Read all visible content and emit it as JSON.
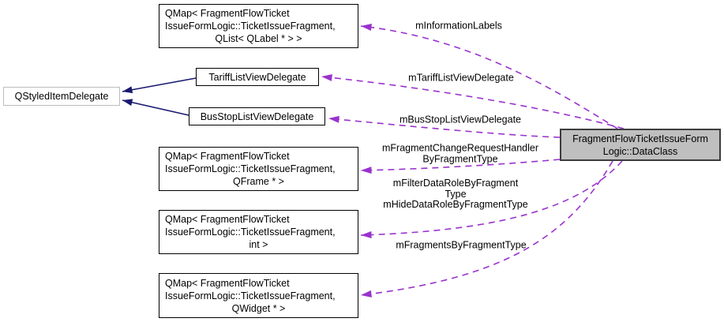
{
  "nodes": {
    "qstyled_item_delegate": {
      "lines": [
        "QStyledItemDelegate"
      ]
    },
    "qmap_fragment_qlabel_list": {
      "lines": [
        "QMap< FragmentFlowTicket",
        "IssueFormLogic::TicketIssueFragment,",
        "QList< QLabel * > >"
      ]
    },
    "tariff_list_view_delegate": {
      "lines": [
        "TariffListViewDelegate"
      ]
    },
    "bus_stop_list_view_delegate": {
      "lines": [
        "BusStopListViewDelegate"
      ]
    },
    "qmap_fragment_qframe": {
      "lines": [
        "QMap< FragmentFlowTicket",
        "IssueFormLogic::TicketIssueFragment,",
        "QFrame * >"
      ]
    },
    "qmap_fragment_int": {
      "lines": [
        "QMap< FragmentFlowTicket",
        "IssueFormLogic::TicketIssueFragment,",
        "int >"
      ]
    },
    "qmap_fragment_qwidget": {
      "lines": [
        "QMap< FragmentFlowTicket",
        "IssueFormLogic::TicketIssueFragment,",
        "QWidget * >"
      ]
    },
    "data_class": {
      "lines": [
        "FragmentFlowTicketIssueForm",
        "Logic::DataClass"
      ]
    }
  },
  "edge_labels": {
    "information_labels": {
      "lines": [
        "mInformationLabels"
      ]
    },
    "tariff_delegate": {
      "lines": [
        "mTariffListViewDelegate"
      ]
    },
    "bus_stop_delegate": {
      "lines": [
        "mBusStopListViewDelegate"
      ]
    },
    "fragment_change_request_handler": {
      "lines": [
        "mFragmentChangeRequestHandler",
        "ByFragmentType"
      ]
    },
    "filter_and_hide_data_role": {
      "lines": [
        "mFilterDataRoleByFragment",
        "Type",
        "mHideDataRoleByFragmentType"
      ]
    },
    "fragments_by_fragment_type": {
      "lines": [
        "mFragmentsByFragmentType"
      ]
    }
  },
  "colors": {
    "usage_edge": "#9a32cd",
    "inheritance_edge": "#191970",
    "node_border": "#000000",
    "external_node_border": "#bcbcbc",
    "highlighted_node_fill": "#bfbfbf",
    "node_fill": "#ffffff",
    "background": "#ffffff",
    "text": "#000000"
  }
}
